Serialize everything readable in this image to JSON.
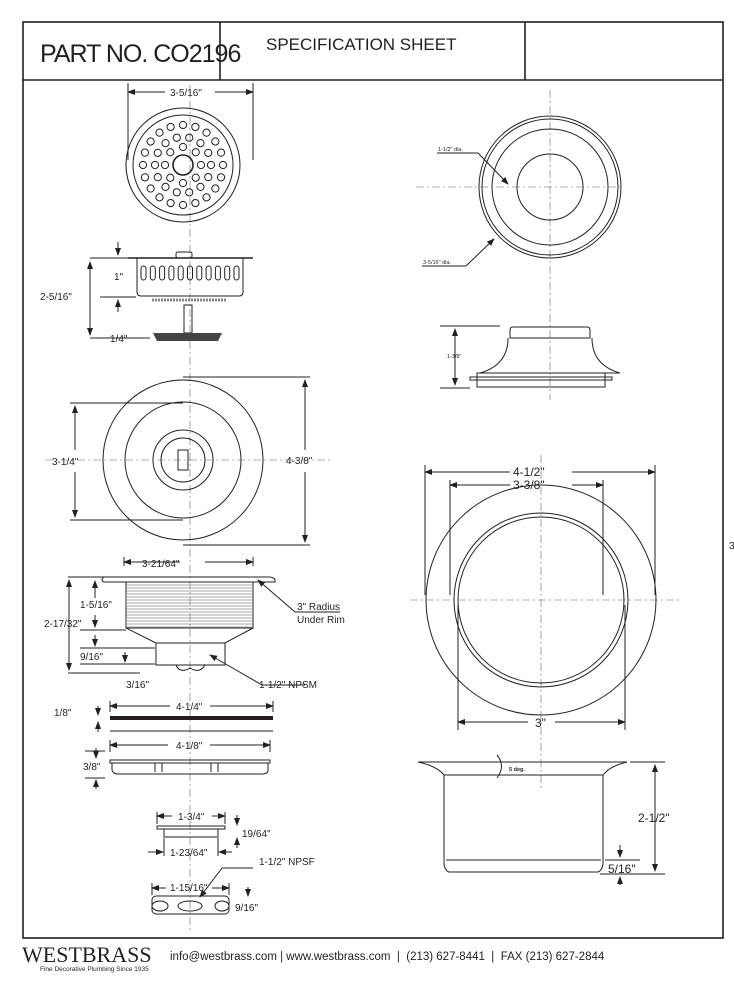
{
  "header": {
    "part_number": "PART NO. CO2196",
    "title": "SPECIFICATION SHEET",
    "blank_cell": ""
  },
  "page_number": "3",
  "left_drawings": {
    "strainer_top_width": "3-5/16\"",
    "basket_height": "1\"",
    "basket_total_height": "2-5/16\"",
    "stopper_height": "1/4\"",
    "flange_inner": "3-1/4\"",
    "flange_outer": "4-3/8\"",
    "body_width": "3-21/64\"",
    "rim_note_1": "3\" Radius",
    "rim_note_2": "Under Rim",
    "upper_height": "1-5/16\"",
    "body_total_height": "2-17/32\"",
    "thread_height": "9/16\"",
    "bottom_height": "3/16\"",
    "thread_spec": "1-1/2\" NPSM",
    "gasket_width": "4-1/4\"",
    "gasket_thickness": "1/8\"",
    "washer_width": "4-1/8\"",
    "washer_height": "3/8\"",
    "cap_width": "1-3/4\"",
    "cap_height": "19/64\"",
    "cap_inner_width": "1-23/64\"",
    "nut_thread_spec": "1-1/2\" NPSF",
    "nut_width": "1-15/16\"",
    "nut_height": "9/16\""
  },
  "right_drawings": {
    "inner_dia": "1-1/2\" dia.",
    "outer_dia": "3-5/16\" dia.",
    "side_height": "1-3/8\"",
    "flange_outer": "4-1/2\"",
    "flange_inner": "3-3/8\"",
    "body_dia": "3\"",
    "angle": "5 deg.",
    "total_height": "2-1/2\"",
    "base_height": "5/16\""
  },
  "footer": {
    "brand": "WESTBRASS",
    "tagline": "Fine Decorative Plumbing Since 1935",
    "email": "info@westbrass.com",
    "website": "www.westbrass.com",
    "phone": "(213) 627-8441",
    "fax": "FAX (213) 627-2844"
  }
}
